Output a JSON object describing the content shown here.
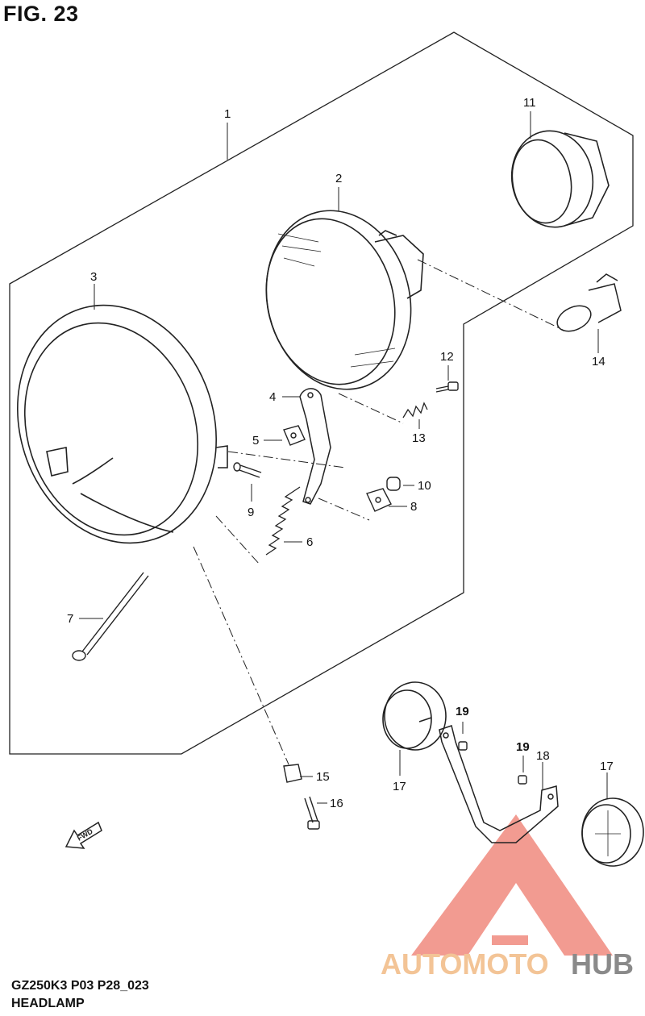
{
  "figure_label": "FIG. 23",
  "model_code": "GZ250K3 P03 P28_023",
  "title": "HEADLAMP",
  "fwd_label": "FWD",
  "watermark": {
    "part1": "AUTOMOTO",
    "part2": "HUB"
  },
  "callouts": [
    {
      "id": "c1",
      "text": "1"
    },
    {
      "id": "c2",
      "text": "2"
    },
    {
      "id": "c3",
      "text": "3"
    },
    {
      "id": "c4",
      "text": "4"
    },
    {
      "id": "c5",
      "text": "5"
    },
    {
      "id": "c6",
      "text": "6"
    },
    {
      "id": "c7",
      "text": "7"
    },
    {
      "id": "c8",
      "text": "8"
    },
    {
      "id": "c9",
      "text": "9"
    },
    {
      "id": "c10",
      "text": "10"
    },
    {
      "id": "c11",
      "text": "11"
    },
    {
      "id": "c12",
      "text": "12"
    },
    {
      "id": "c13",
      "text": "13"
    },
    {
      "id": "c14",
      "text": "14"
    },
    {
      "id": "c15",
      "text": "15"
    },
    {
      "id": "c16",
      "text": "16"
    },
    {
      "id": "c17a",
      "text": "17"
    },
    {
      "id": "c17b",
      "text": "17"
    },
    {
      "id": "c18",
      "text": "18"
    },
    {
      "id": "c19a",
      "text": "19"
    },
    {
      "id": "c19b",
      "text": "19"
    }
  ],
  "colors": {
    "line": "#222222",
    "watermark_red": "#f08a7e",
    "watermark_orange": "#f3c496",
    "watermark_gray": "#8a8a8a"
  }
}
